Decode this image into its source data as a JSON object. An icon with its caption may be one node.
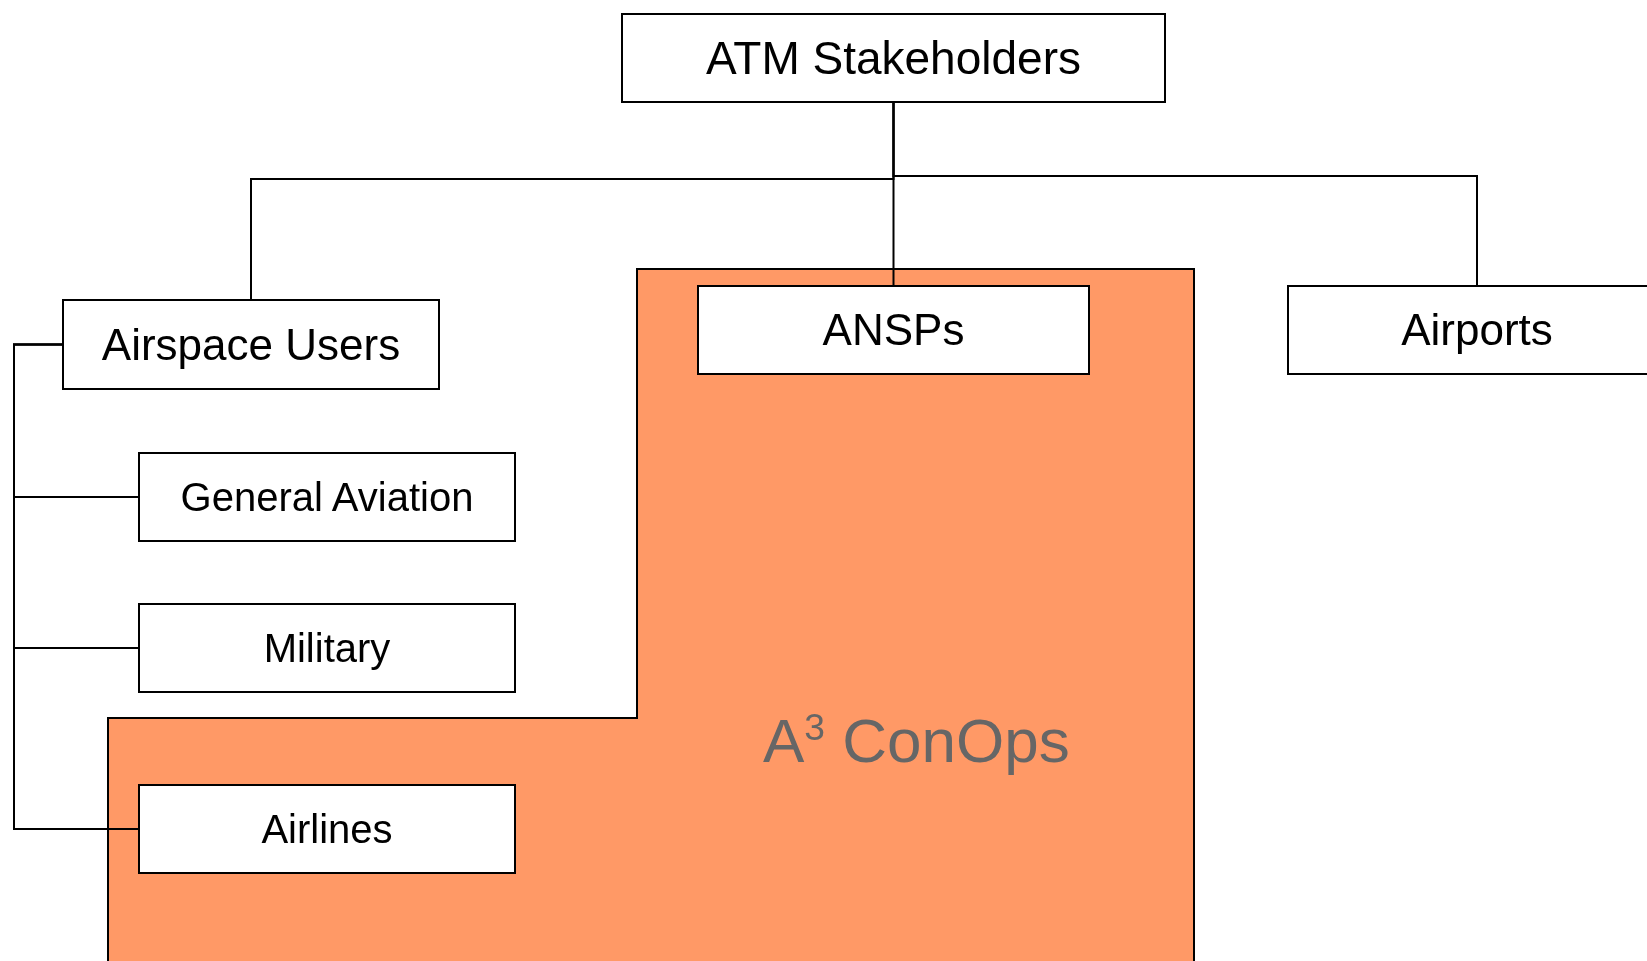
{
  "diagram": {
    "nodes": [
      {
        "text": [
          "ATM Stakeholders"
        ]
      },
      {
        "text": [
          "Airspace Users"
        ]
      },
      {
        "text": [
          "A$^{3}$ ConOps"
        ]
      },
      {
        "text": [
          "ANSPs"
        ],
        "in": 2
      },
      {
        "text": [
          "Airports"
        ]
      },
      {
        "text": [
          "General Aviation"
        ]
      },
      {
        "text": [
          "Military"
        ]
      },
      {
        "text": [
          "Airlines"
        ],
        "in": 2
      }
    ],
    "edges": [
      {
        "from": 0,
        "to": 1,
        "arrow": "none"
      },
      {
        "from": 0,
        "to": 3,
        "arrow": "none"
      },
      {
        "from": 0,
        "to": 4,
        "arrow": "none"
      },
      {
        "from": 1,
        "to": 5,
        "arrow": "none"
      },
      {
        "from": 1,
        "to": 6,
        "arrow": "none"
      },
      {
        "from": 1,
        "to": 7,
        "arrow": "none"
      }
    ]
  }
}
